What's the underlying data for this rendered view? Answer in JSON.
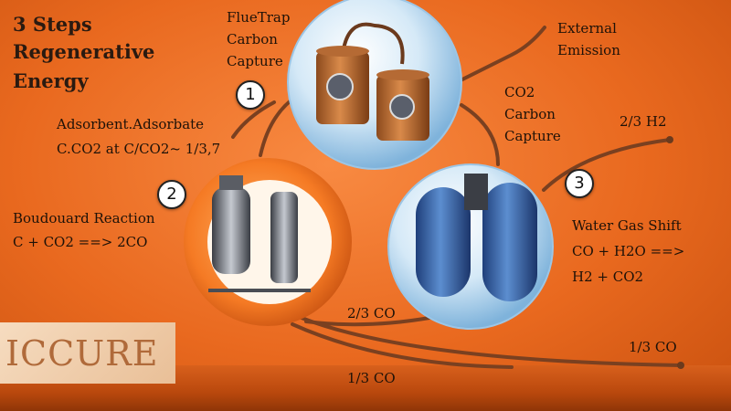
{
  "title": [
    "3 Steps",
    "Regenerative",
    "Energy"
  ],
  "step1": {
    "number": "1",
    "name": [
      "FlueTrap",
      "Carbon",
      "Capture"
    ]
  },
  "step2": {
    "number": "2",
    "reaction_name": "Boudouard Reaction",
    "equation": "C + CO2 ==> 2CO"
  },
  "step3": {
    "number": "3",
    "reaction_name": "Water Gas Shift",
    "equation_line1": "CO + H2O ==>",
    "equation_line2": "H2 + CO2"
  },
  "adsorbent": {
    "line1": "Adsorbent.Adsorbate",
    "line2": "C.CO2 at C/CO2~ 1/3,7"
  },
  "external_emission": [
    "External",
    "Emission"
  ],
  "co2_capture": [
    "CO2",
    "Carbon",
    "Capture"
  ],
  "h2_output": "2/3 H2",
  "flows": {
    "co_to_step3": "2/3 CO",
    "co_out_right": "1/3 CO",
    "co_out_bottom": "1/3 CO"
  },
  "logo_text": "ICCURE",
  "colors": {
    "background": "#e9691f",
    "pipe": "#8a4a24",
    "text": "#1e1208"
  }
}
